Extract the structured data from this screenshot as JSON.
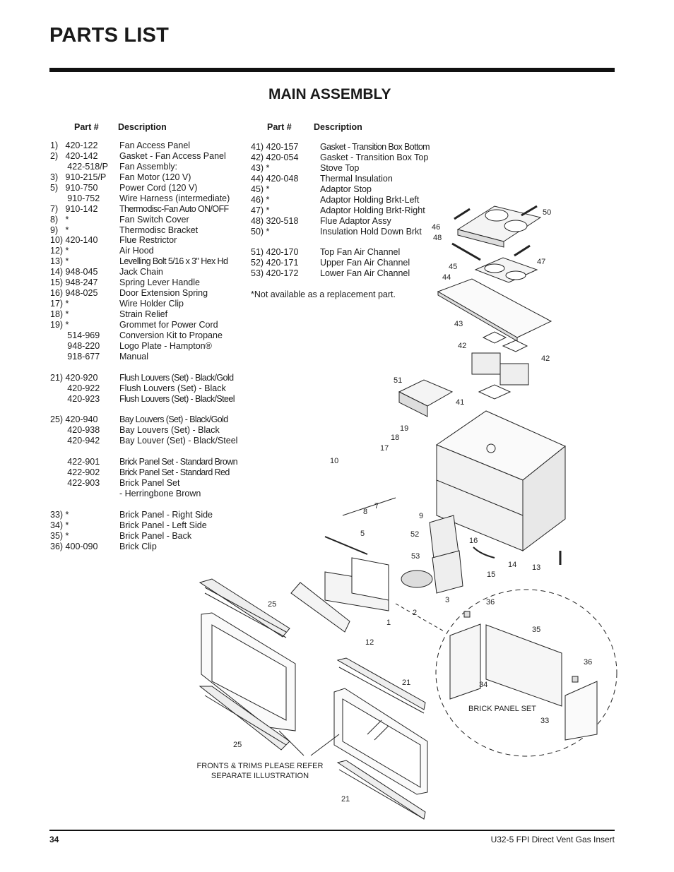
{
  "page": {
    "title": "PARTS LIST",
    "section_title": "MAIN ASSEMBLY",
    "page_number": "34",
    "document_name": "U32-5 FPI Direct Vent Gas Insert"
  },
  "columns": {
    "left": {
      "part_header": "Part #",
      "desc_header": "Description"
    },
    "right": {
      "part_header": "Part #",
      "desc_header": "Description"
    }
  },
  "left_parts": [
    {
      "part": "1)   420-122",
      "desc": "Fan Access Panel"
    },
    {
      "part": "2)   420-142",
      "desc": "Gasket - Fan Access Panel"
    },
    {
      "part": "       422-518/P",
      "desc": "Fan Assembly:"
    },
    {
      "part": "3)   910-215/P",
      "desc": "Fan Motor (120 V)"
    },
    {
      "part": "5)   910-750",
      "desc": "Power Cord (120 V)"
    },
    {
      "part": "       910-752",
      "desc": "Wire Harness (intermediate)"
    },
    {
      "part": "7)   910-142",
      "desc": "Thermodisc-Fan Auto ON/OFF",
      "cond": true
    },
    {
      "part": "8)   *",
      "desc": "Fan Switch Cover"
    },
    {
      "part": "9)   *",
      "desc": "Thermodisc Bracket"
    },
    {
      "part": "10) 420-140",
      "desc": "Flue Restrictor"
    },
    {
      "part": "12) *",
      "desc": "Air Hood"
    },
    {
      "part": "13) *",
      "desc": "Levelling Bolt 5/16 x 3\" Hex Hd",
      "cond": true
    },
    {
      "part": "14) 948-045",
      "desc": "Jack Chain"
    },
    {
      "part": "15) 948-247",
      "desc": "Spring Lever Handle"
    },
    {
      "part": "16) 948-025",
      "desc": "Door Extension Spring"
    },
    {
      "part": "17) *",
      "desc": "Wire Holder Clip"
    },
    {
      "part": "18) *",
      "desc": "Strain Relief"
    },
    {
      "part": "19) *",
      "desc": "Grommet for Power Cord"
    },
    {
      "part": "       514-969",
      "desc": "Conversion Kit to Propane"
    },
    {
      "part": "       948-220",
      "desc": "Logo Plate - Hampton®"
    },
    {
      "part": "       918-677",
      "desc": "Manual"
    },
    {
      "part": "",
      "desc": ""
    },
    {
      "part": "21) 420-920",
      "desc": "Flush Louvers (Set) - Black/Gold",
      "cond": true
    },
    {
      "part": "       420-922",
      "desc": "Flush Louvers (Set) - Black"
    },
    {
      "part": "       420-923",
      "desc": "Flush Louvers (Set) - Black/Steel",
      "cond": true
    },
    {
      "part": "",
      "desc": ""
    },
    {
      "part": "25) 420-940",
      "desc": "Bay Louvers (Set) - Black/Gold",
      "cond": true
    },
    {
      "part": "       420-938",
      "desc": "Bay Louvers (Set) - Black"
    },
    {
      "part": "       420-942",
      "desc": "Bay Louver (Set) - Black/Steel"
    },
    {
      "part": "",
      "desc": ""
    },
    {
      "part": "       422-901",
      "desc": "Brick Panel Set - Standard Brown",
      "cond": true
    },
    {
      "part": "       422-902",
      "desc": "Brick Panel Set - Standard Red",
      "cond": true
    },
    {
      "part": "       422-903",
      "desc": "Brick Panel Set"
    },
    {
      "part": "",
      "desc": "- Herringbone Brown"
    },
    {
      "part": "",
      "desc": ""
    },
    {
      "part": "33) *",
      "desc": "Brick Panel - Right Side"
    },
    {
      "part": "34) *",
      "desc": "Brick Panel - Left Side"
    },
    {
      "part": "35) *",
      "desc": "Brick Panel - Back"
    },
    {
      "part": "36) 400-090",
      "desc": "Brick Clip"
    }
  ],
  "right_parts": [
    {
      "part": "41) 420-157",
      "desc": "Gasket - Transition Box Bottom",
      "cond": true
    },
    {
      "part": "42) 420-054",
      "desc": "Gasket - Transition Box Top"
    },
    {
      "part": "43) *",
      "desc": "Stove Top"
    },
    {
      "part": "44) 420-048",
      "desc": "Thermal Insulation"
    },
    {
      "part": "45) *",
      "desc": "Adaptor Stop"
    },
    {
      "part": "46) *",
      "desc": "Adaptor Holding Brkt-Left"
    },
    {
      "part": "47) *",
      "desc": "Adaptor Holding Brkt-Right"
    },
    {
      "part": "48) 320-518",
      "desc": "Flue Adaptor Assy"
    },
    {
      "part": "50) *",
      "desc": "Insulation Hold Down Brkt"
    },
    {
      "part": "",
      "desc": ""
    },
    {
      "part": "51) 420-170",
      "desc": "Top Fan Air Channel"
    },
    {
      "part": "52) 420-171",
      "desc": "Upper Fan Air Channel"
    },
    {
      "part": "53) 420-172",
      "desc": "Lower Fan Air Channel"
    }
  ],
  "note": "*Not available as a replacement part.",
  "diagram": {
    "labels": {
      "l50": "50",
      "l46": "46",
      "l48": "48",
      "l47": "47",
      "l45": "45",
      "l44": "44",
      "l43": "43",
      "l42a": "42",
      "l42b": "42",
      "l51": "51",
      "l41": "41",
      "l19": "19",
      "l18": "18",
      "l17": "17",
      "l10": "10",
      "l8": "8",
      "l7": "7",
      "l9": "9",
      "l5": "5",
      "l52": "52",
      "l16": "16",
      "l53": "53",
      "l14": "14",
      "l15": "15",
      "l13": "13",
      "l3": "3",
      "l2": "2",
      "l1": "1",
      "l12": "12",
      "l25a": "25",
      "l25b": "25",
      "l21a": "21",
      "l21b": "21",
      "l36a": "36",
      "l36b": "36",
      "l35": "35",
      "l34": "34",
      "l33": "33"
    },
    "brick_panel_caption": "BRICK PANEL SET",
    "fronts_note_line1": "FRONTS & TRIMS PLEASE REFER",
    "fronts_note_line2": "SEPARATE ILLUSTRATION"
  }
}
